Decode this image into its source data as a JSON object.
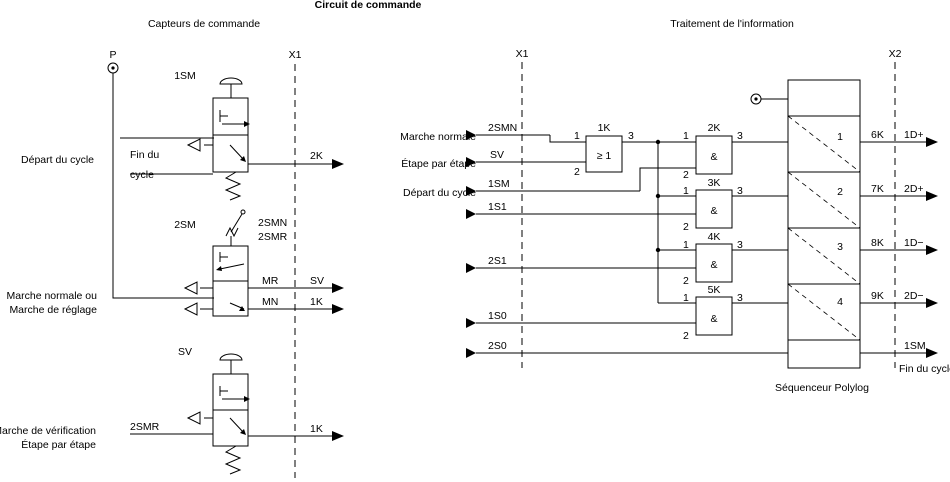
{
  "title": "Circuit de commande",
  "left_title": "Capteurs de commande",
  "right_title": "Traitement de l'information",
  "supply_label": "P",
  "bus_left": "X1",
  "bus_right": "X2",
  "sensors": {
    "s1": {
      "ref": "1SM",
      "desc": "Départ du cycle",
      "in_top": "Fin du",
      "in_bottom": "cycle",
      "out": "2K"
    },
    "s2": {
      "ref": "2SM",
      "desc_line1": "Marche normale ou",
      "desc_line2": "Marche de réglage",
      "alt1": "2SMN",
      "alt2": "2SMR",
      "out1_tag": "MR",
      "out1": "SV",
      "out2_tag": "MN",
      "out2": "1K"
    },
    "s3": {
      "ref": "SV",
      "desc_line1": "Marche de vérification",
      "desc_line2": "Étape par étape",
      "in": "2SMR",
      "out": "1K"
    }
  },
  "logic": {
    "inputs": [
      {
        "desc": "Marche normale",
        "signal": "2SMN"
      },
      {
        "desc": "Étape par étape",
        "signal": "SV"
      },
      {
        "desc": "Départ du cycle",
        "signal": "1SM"
      },
      {
        "desc": "",
        "signal": "1S1"
      },
      {
        "desc": "",
        "signal": "2S1"
      },
      {
        "desc": "",
        "signal": "1S0"
      },
      {
        "desc": "",
        "signal": "2S0"
      }
    ],
    "or_gate": {
      "ref": "1K",
      "symbol": "≥ 1",
      "in1": "1",
      "in2": "2",
      "out": "3"
    },
    "and_gates": [
      {
        "ref": "2K",
        "symbol": "&",
        "in1": "1",
        "in2": "2",
        "out": "3"
      },
      {
        "ref": "3K",
        "symbol": "&",
        "in1": "1",
        "in2": "2",
        "out": "3"
      },
      {
        "ref": "4K",
        "symbol": "&",
        "in1": "1",
        "in2": "2",
        "out": "3"
      },
      {
        "ref": "5K",
        "symbol": "&",
        "in1": "1",
        "in2": "2",
        "out": "3"
      }
    ],
    "sequencer": {
      "label": "Séquenceur Polylog",
      "steps": [
        {
          "num": "1",
          "ref": "6K",
          "out": "1D+"
        },
        {
          "num": "2",
          "ref": "7K",
          "out": "2D+"
        },
        {
          "num": "3",
          "ref": "8K",
          "out": "1D−"
        },
        {
          "num": "4",
          "ref": "9K",
          "out": "2D−"
        }
      ],
      "end_out": "1SM",
      "end_note": "Fin du cycle"
    }
  }
}
